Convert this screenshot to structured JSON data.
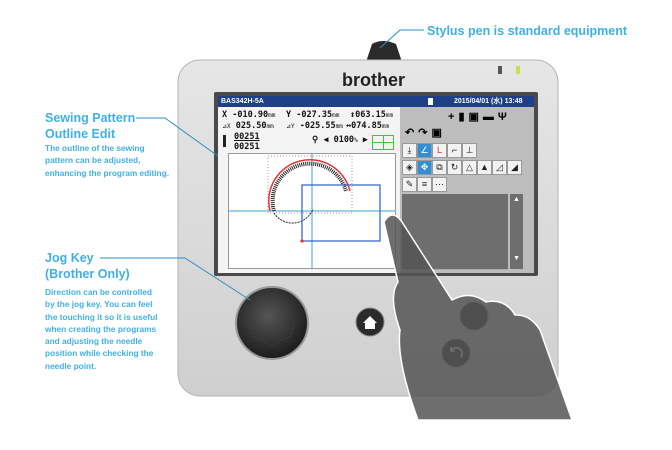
{
  "callouts": {
    "stylus": {
      "title": "Stylus pen is standard equipment"
    },
    "outline": {
      "title_line1": "Sewing Pattern",
      "title_line2": "Outline Edit",
      "body": [
        "The outline of the sewing",
        "pattern can be adjusted,",
        "enhancing the program editing."
      ]
    },
    "jog": {
      "title_line1": "Jog Key",
      "title_line2": "(Brother Only)",
      "body": [
        "Direction can be controlled",
        "by the jog key.  You can feel",
        "the touching it so it is useful",
        "when creating the programs",
        "and adjusting the needle",
        "position while checking the",
        "needle point."
      ]
    }
  },
  "device": {
    "brand": "brother"
  },
  "screen": {
    "model": "BAS342H-5A",
    "datetime": "2015/04/01 (水) 13:48",
    "x_label": "X",
    "x_value": "-010.90",
    "y_label": "Y",
    "y_value": "-027.35",
    "dx_label": "⊿X",
    "dx_value": "025.50",
    "dy_label": "⊿Y",
    "dy_value": "-025.55",
    "height_value": "063.15",
    "width_value": "074.85",
    "unit": "mm",
    "stitch_current": "00251",
    "stitch_total": "00251",
    "zoom_value": "0100",
    "zoom_unit": "%"
  },
  "colors": {
    "accent": "#3fb0e6",
    "screen_header": "#1f3f8a",
    "selected_tool": "#2f8fd8"
  }
}
